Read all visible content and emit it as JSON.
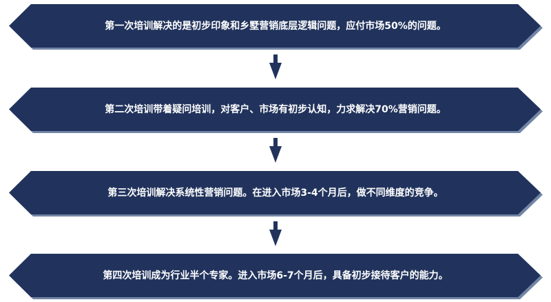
{
  "colors": {
    "fill": "#21335c",
    "shadow": "#7285a5",
    "arrow": "#21335c"
  },
  "steps": [
    {
      "text": "第一次培训解决的是初步印象和乡墅营销底层逻辑问题，应付市场50%的问题。"
    },
    {
      "text": "第二次培训带着疑问培训，对客户、市场有初步认知，力求解决70%营销问题。"
    },
    {
      "text": "第三次培训解决系统性营销问题。在进入市场3-4个月后，做不同维度的竞争。"
    },
    {
      "text": "第四次培训成为行业半个专家。进入市场6-7个月后，具备初步接待客户的能力。"
    }
  ]
}
